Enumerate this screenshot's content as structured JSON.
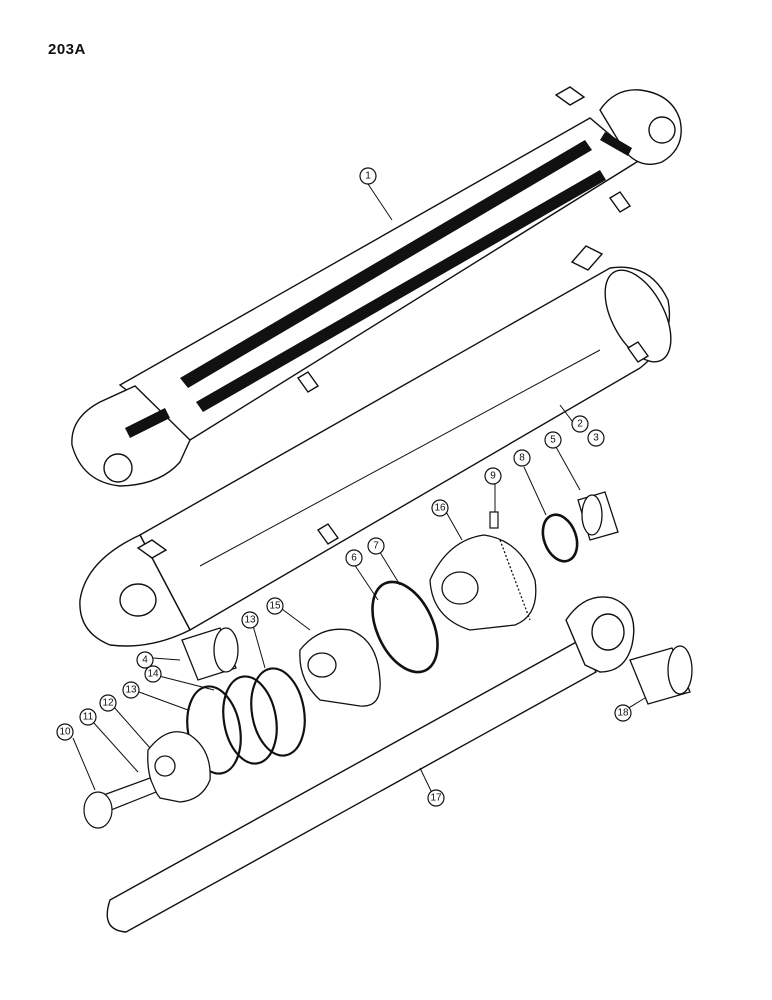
{
  "page": {
    "number": "203A"
  },
  "callouts": [
    {
      "id": "c1",
      "label": "1"
    },
    {
      "id": "c2",
      "label": "2"
    },
    {
      "id": "c3",
      "label": "3"
    },
    {
      "id": "c4",
      "label": "4"
    },
    {
      "id": "c5",
      "label": "5"
    },
    {
      "id": "c6",
      "label": "6"
    },
    {
      "id": "c7",
      "label": "7"
    },
    {
      "id": "c8",
      "label": "8"
    },
    {
      "id": "c9",
      "label": "9"
    },
    {
      "id": "c10",
      "label": "10"
    },
    {
      "id": "c11",
      "label": "11"
    },
    {
      "id": "c12",
      "label": "12"
    },
    {
      "id": "c13a",
      "label": "13"
    },
    {
      "id": "c13b",
      "label": "13"
    },
    {
      "id": "c14",
      "label": "14"
    },
    {
      "id": "c15",
      "label": "15"
    },
    {
      "id": "c16",
      "label": "16"
    },
    {
      "id": "c17",
      "label": "17"
    },
    {
      "id": "c18",
      "label": "18"
    }
  ]
}
